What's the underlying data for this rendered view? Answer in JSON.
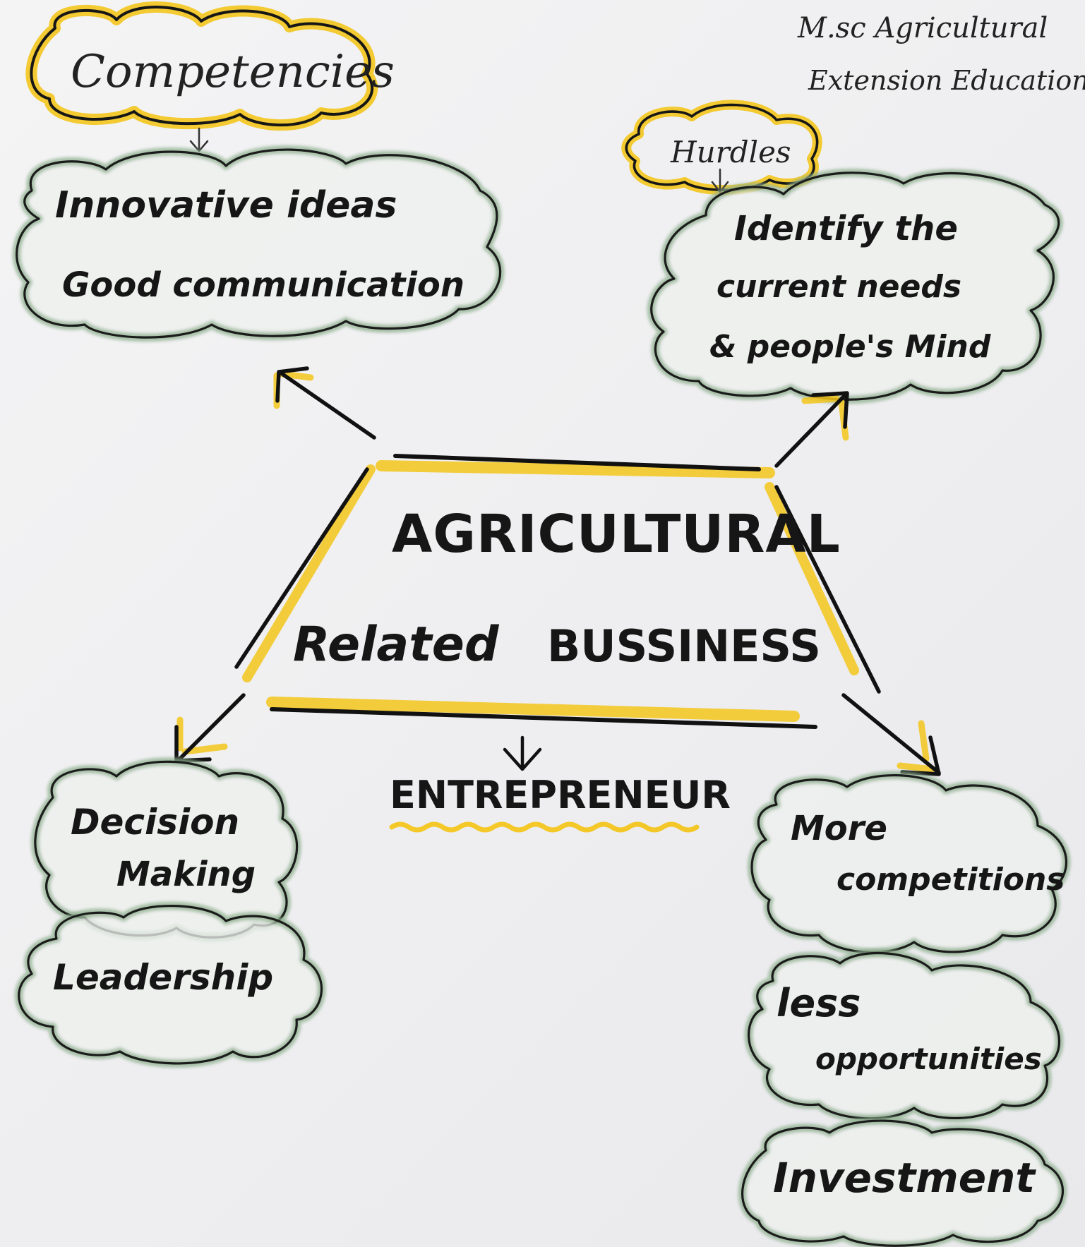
{
  "header_note": {
    "line1": "M.sc Agricultural",
    "line2": "Extension Education."
  },
  "central": {
    "line1": "AGRICULTURAL",
    "line2_a": "Related",
    "line2_b": "BUSSINESS"
  },
  "entrepreneur": "ENTREPRENEUR",
  "competencies": {
    "heading": "Competencies",
    "items": [
      "Innovative ideas",
      "Good communication"
    ]
  },
  "hurdles": {
    "heading": "Hurdles",
    "lines": [
      "Identify the",
      "current needs",
      "& people's Mind"
    ]
  },
  "decision": {
    "line1": "Decision",
    "line2": "Making"
  },
  "leadership": "Leadership",
  "competition": {
    "line1": "More",
    "line2": "competitions"
  },
  "opportunities": {
    "line1": "less",
    "line2": "opportunities"
  },
  "investment": "Investment",
  "colors": {
    "ink": "#161616",
    "highlight": "#f3c51c",
    "cloud_shade": "#8fb08f",
    "paper": "#f1f1f2"
  }
}
